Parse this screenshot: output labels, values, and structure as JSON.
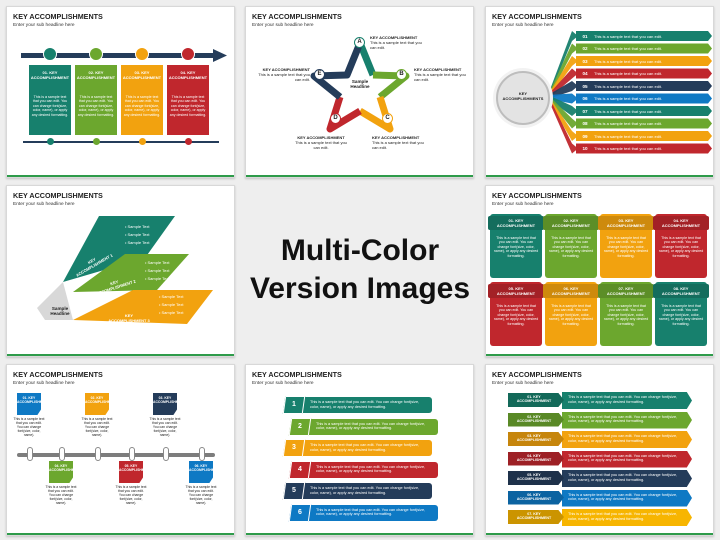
{
  "colors": {
    "teal": "#17806d",
    "green": "#6ca72e",
    "orange": "#f2a20f",
    "red": "#c0272d",
    "navy": "#243c5a",
    "gray": "#4a4f57",
    "blue": "#0e79c4",
    "sun": "#f7b500"
  },
  "center": {
    "line1": "Multi-Color",
    "line2": "Version Images"
  },
  "slides": [
    {
      "title": "KEY ACCOMPLISHMENTS",
      "subtitle": "Enter your sub headline here",
      "cards": [
        "01. KEY ACCOMPLISHMENT",
        "02. KEY ACCOMPLISHMENT",
        "03. KEY ACCOMPLISHMENT",
        "04. KEY ACCOMPLISHMENT"
      ],
      "body": "This is a sample text that you can edit. You can change font(size, color, name), or apply any desired formatting."
    },
    {
      "title": "KEY ACCOMPLISHMENTS",
      "subtitle": "Enter your sub headline here",
      "letters": [
        "A",
        "B",
        "C",
        "D",
        "E"
      ],
      "center_label": "Sample Headline",
      "label": "KEY ACCOMPLISHMENT",
      "body": "This is a sample text that you can edit."
    },
    {
      "title": "KEY ACCOMPLISHMENTS",
      "subtitle": "Enter your sub headline here",
      "circle_label": "KEY ACCOMPLISHMENTS",
      "numbers": [
        "01",
        "02",
        "03",
        "04",
        "05",
        "06",
        "07",
        "08",
        "09",
        "10"
      ],
      "body": "This is a sample text that you can edit."
    },
    {
      "title": "KEY ACCOMPLISHMENTS",
      "subtitle": "Enter your sub headline here",
      "tiers": [
        "KEY ACCOMPLISHMENT 1",
        "KEY ACCOMPLISHMENT 2",
        "KEY ACCOMPLISHMENT 3"
      ],
      "bullet": "Sample Text",
      "base": "Sample Headline"
    },
    {
      "title": "KEY ACCOMPLISHMENTS",
      "subtitle": "Enter your sub headline here",
      "cards": [
        "01. KEY ACCOMPLISHMENT",
        "02. KEY ACCOMPLISHMENT",
        "03. KEY ACCOMPLISHMENT",
        "04. KEY ACCOMPLISHMENT",
        "05. KEY ACCOMPLISHMENT",
        "06. KEY ACCOMPLISHMENT",
        "07. KEY ACCOMPLISHMENT",
        "08. KEY ACCOMPLISHMENT"
      ],
      "body": "This is a sample text that you can edit. You can change font(size, color, name), or apply any desired formatting."
    },
    {
      "title": "KEY ACCOMPLISHMENTS",
      "subtitle": "Enter your sub headline here",
      "cards": [
        "01. KEY ACCOMPLISHMENT",
        "02. KEY ACCOMPLISHMENT",
        "03. KEY ACCOMPLISHMENT",
        "04. KEY ACCOMPLISHMENT",
        "05. KEY ACCOMPLISHMENT",
        "06. KEY ACCOMPLISHMENT"
      ],
      "body": "This is a sample text that you can edit. You can change font(size, color, name)."
    },
    {
      "title": "KEY ACCOMPLISHMENTS",
      "subtitle": "Enter your sub headline here",
      "numbers": [
        "1",
        "2",
        "3",
        "4",
        "5",
        "6"
      ],
      "body": "This is a sample text that you can edit. You can change font(size, color, name), or apply any desired formatting."
    },
    {
      "title": "KEY ACCOMPLISHMENTS",
      "subtitle": "Enter your sub headline here",
      "rows": [
        "01. KEY ACCOMPLISHMENT",
        "02. KEY ACCOMPLISHMENT",
        "03. KEY ACCOMPLISHMENT",
        "04. KEY ACCOMPLISHMENT",
        "05. KEY ACCOMPLISHMENT",
        "06. KEY ACCOMPLISHMENT",
        "07. KEY ACCOMPLISHMENT"
      ],
      "body": "This is a sample text that you can edit. You can change font(size, color, name), or apply any desired formatting."
    }
  ]
}
